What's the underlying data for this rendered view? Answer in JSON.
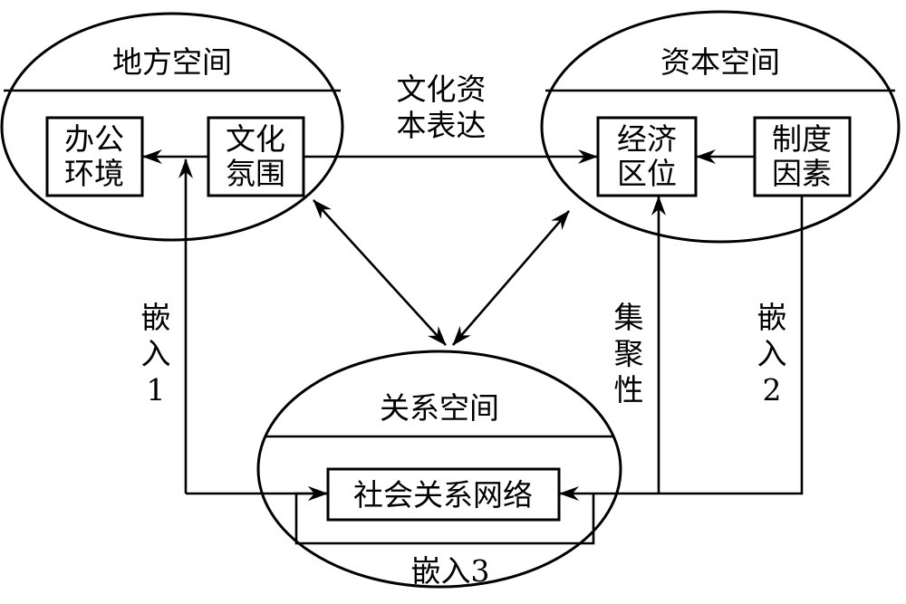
{
  "spaces": {
    "place": {
      "title": "地方空间",
      "office_box": [
        "办公",
        "环境"
      ],
      "culture_box": [
        "文化",
        "氛围"
      ]
    },
    "capital": {
      "title": "资本空间",
      "economic_box": [
        "经济",
        "区位"
      ],
      "institution_box": [
        "制度",
        "因素"
      ]
    },
    "relation": {
      "title": "关系空间",
      "network_box": "社会关系网络"
    }
  },
  "labels": {
    "culture_expression": [
      "文化资",
      "本表达"
    ],
    "embed1": [
      "嵌",
      "入",
      "1"
    ],
    "embed2": [
      "嵌",
      "入",
      "2"
    ],
    "embed3": "嵌入3",
    "agglomeration": [
      "集",
      "聚",
      "性"
    ]
  }
}
